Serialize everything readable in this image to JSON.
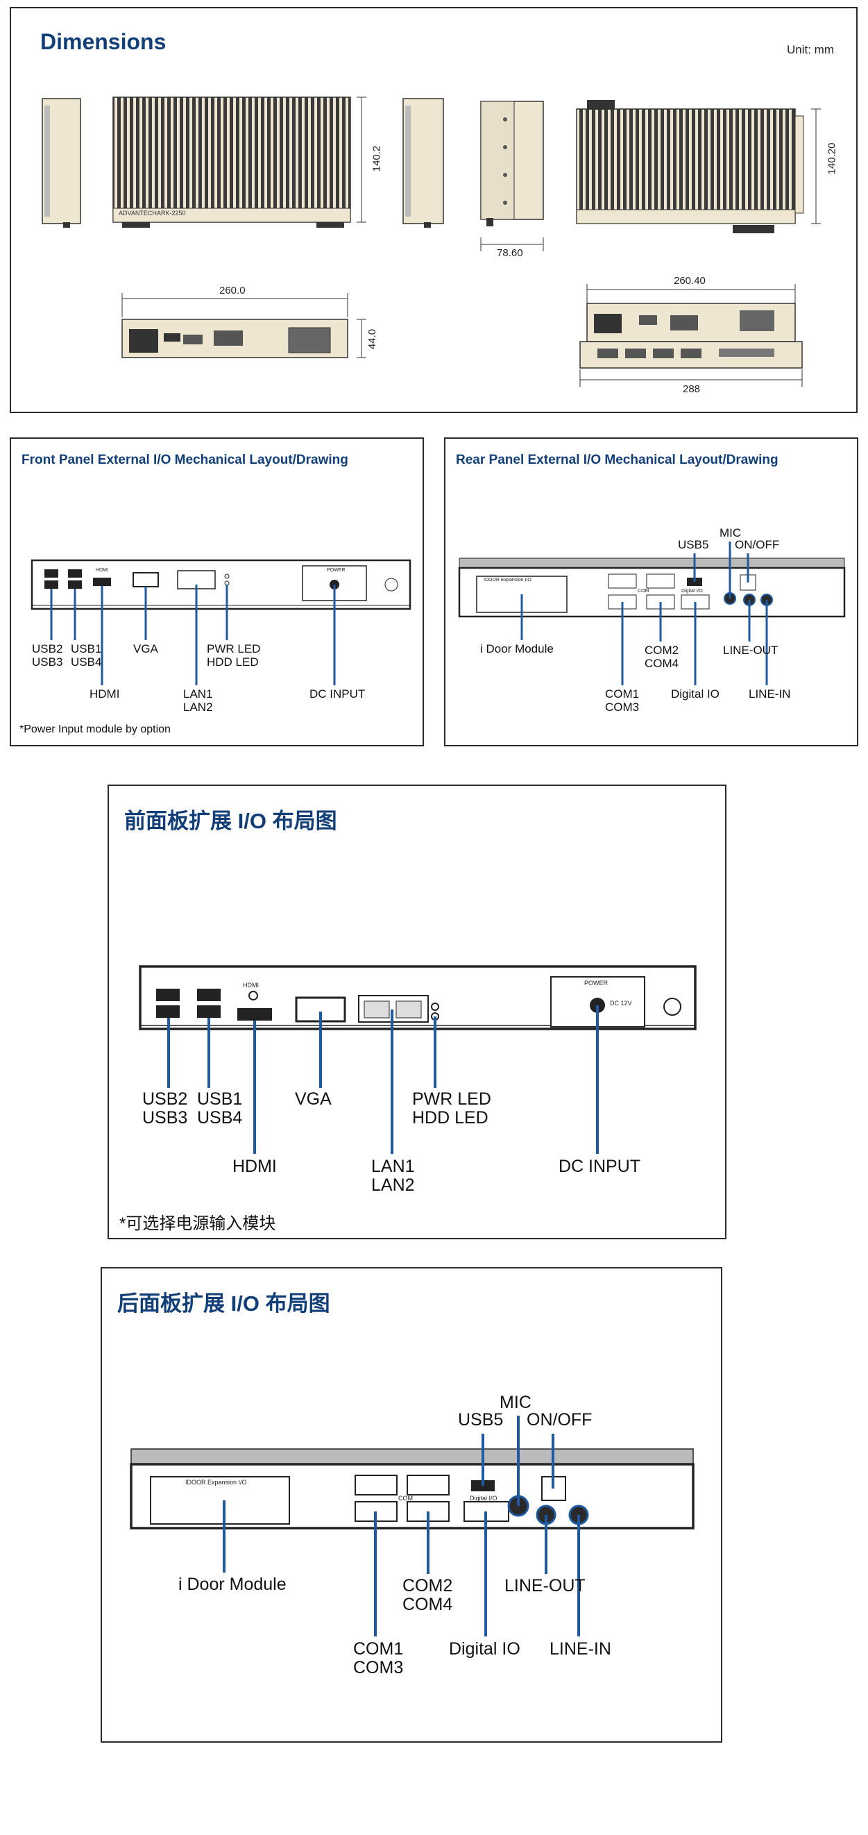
{
  "dimensions": {
    "title": "Dimensions",
    "unit": "Unit: mm",
    "measure_140_2": "140.2",
    "measure_140_20": "140.20",
    "measure_78_60": "78.60",
    "measure_260_0": "260.0",
    "measure_44_0": "44.0",
    "measure_260_40": "260.40",
    "measure_288": "288",
    "brand_text": "ADVANTECH",
    "model_text": "ARK-2250"
  },
  "front_en": {
    "title": "Front Panel External I/O Mechanical Layout/Drawing",
    "labels": {
      "usb23": "USB2\nUSB3",
      "usb14": "USB1\nUSB4",
      "vga": "VGA",
      "leds": "PWR LED\nHDD LED",
      "hdmi": "HDMI",
      "lan": "LAN1\nLAN2",
      "dc": "DC INPUT"
    },
    "power_box": "POWER",
    "hdmi_port": "HDMI",
    "note": "*Power Input module by option"
  },
  "rear_en": {
    "title": "Rear Panel External I/O Mechanical Layout/Drawing",
    "labels": {
      "mic": "MIC",
      "usb5": "USB5",
      "onoff": "ON/OFF",
      "idoor": "i Door Module",
      "com24": "COM2\nCOM4",
      "lineout": "LINE-OUT",
      "com13": "COM1\nCOM3",
      "dio": "Digital IO",
      "linein": "LINE-IN"
    },
    "idoor_text": "IDOOR Expansion I/O",
    "com_text": "COM",
    "dio_text": "Digital I/O"
  },
  "front_cn": {
    "title": "前面板扩展 I/O 布局图",
    "labels": {
      "usb23": "USB2\nUSB3",
      "usb14": "USB1\nUSB4",
      "vga": "VGA",
      "leds": "PWR LED\nHDD LED",
      "hdmi": "HDMI",
      "lan": "LAN1\nLAN2",
      "dc": "DC INPUT"
    },
    "power_box": "POWER",
    "hdmi_port": "HDMI",
    "dc_spec": "DC 12V",
    "note": "*可选择电源输入模块"
  },
  "rear_cn": {
    "title": "后面板扩展 I/O 布局图",
    "labels": {
      "mic": "MIC",
      "usb5": "USB5",
      "onoff": "ON/OFF",
      "idoor": "i Door Module",
      "com24": "COM2\nCOM4",
      "lineout": "LINE-OUT",
      "com13": "COM1\nCOM3",
      "dio": "Digital IO",
      "linein": "LINE-IN"
    },
    "idoor_text": "IDOOR Expansion I/O",
    "com_text": "COM",
    "dio_text": "Digital I/O"
  },
  "colors": {
    "title_blue": "#123f78",
    "callout_blue": "#1f5aa0",
    "chassis_beige": "#efe6d2",
    "chassis_dark": "#2a2a2a"
  }
}
